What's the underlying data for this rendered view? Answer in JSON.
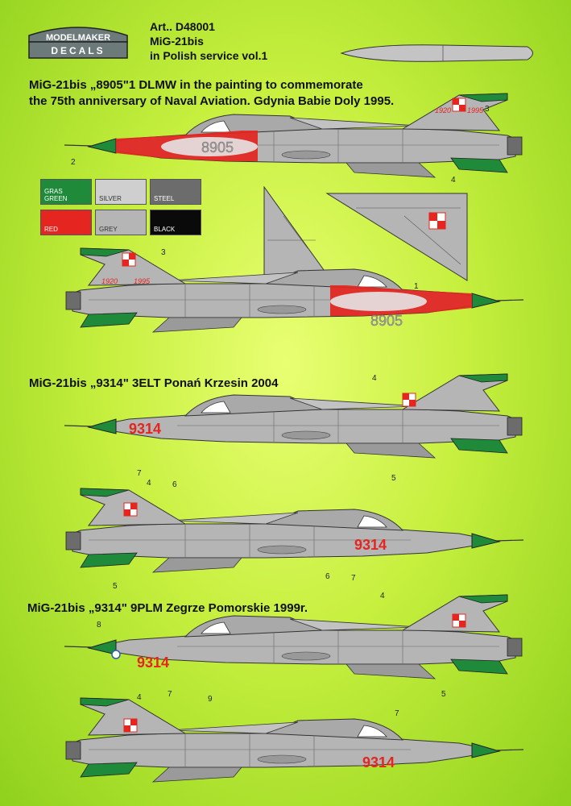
{
  "header": {
    "logo_line1": "MODELMAKER",
    "logo_line2": "DECALS",
    "article": "Art.. D48001",
    "model": "MiG-21bis",
    "subtitle": "in Polish service vol.1"
  },
  "sections": [
    {
      "title_line1": "MiG-21bis „8905\"1 DLMW in the painting to commemorate",
      "title_line2": "the 75th anniversary of Naval Aviation. Gdynia Babie Doly 1995."
    },
    {
      "title_line1": "MiG-21bis „9314\"  3ELT Ponań Krzesin 2004"
    },
    {
      "title_line1": "MiG-21bis „9314\"  9PLM Zegrze Pomorskie 1999r."
    }
  ],
  "colors": [
    {
      "label": "GRAS GREEN",
      "line1": "GRAS",
      "line2": "GREEN",
      "hex": "#1e8a3a",
      "text": "#ffffff"
    },
    {
      "label": "SILVER",
      "line1": "SILVER",
      "line2": "",
      "hex": "#cfcfcf",
      "text": "#333333"
    },
    {
      "label": "STEEL",
      "line1": "STEEL",
      "line2": "",
      "hex": "#6c6c6c",
      "text": "#ffffff"
    },
    {
      "label": "RED",
      "line1": "RED",
      "line2": "",
      "hex": "#e42520",
      "text": "#ffffff"
    },
    {
      "label": "GREY",
      "line1": "GREY",
      "line2": "",
      "hex": "#b5b5b5",
      "text": "#333333"
    },
    {
      "label": "BLACK",
      "line1": "BLACK",
      "line2": "",
      "hex": "#0a0a0a",
      "text": "#ffffff"
    }
  ],
  "markings": {
    "serial_1": "8905",
    "serial_2": "9314",
    "tail_text_1": "1920",
    "tail_text_2": "1995"
  },
  "callouts": [
    "1",
    "2",
    "3",
    "4",
    "5",
    "6",
    "7",
    "8",
    "9"
  ]
}
